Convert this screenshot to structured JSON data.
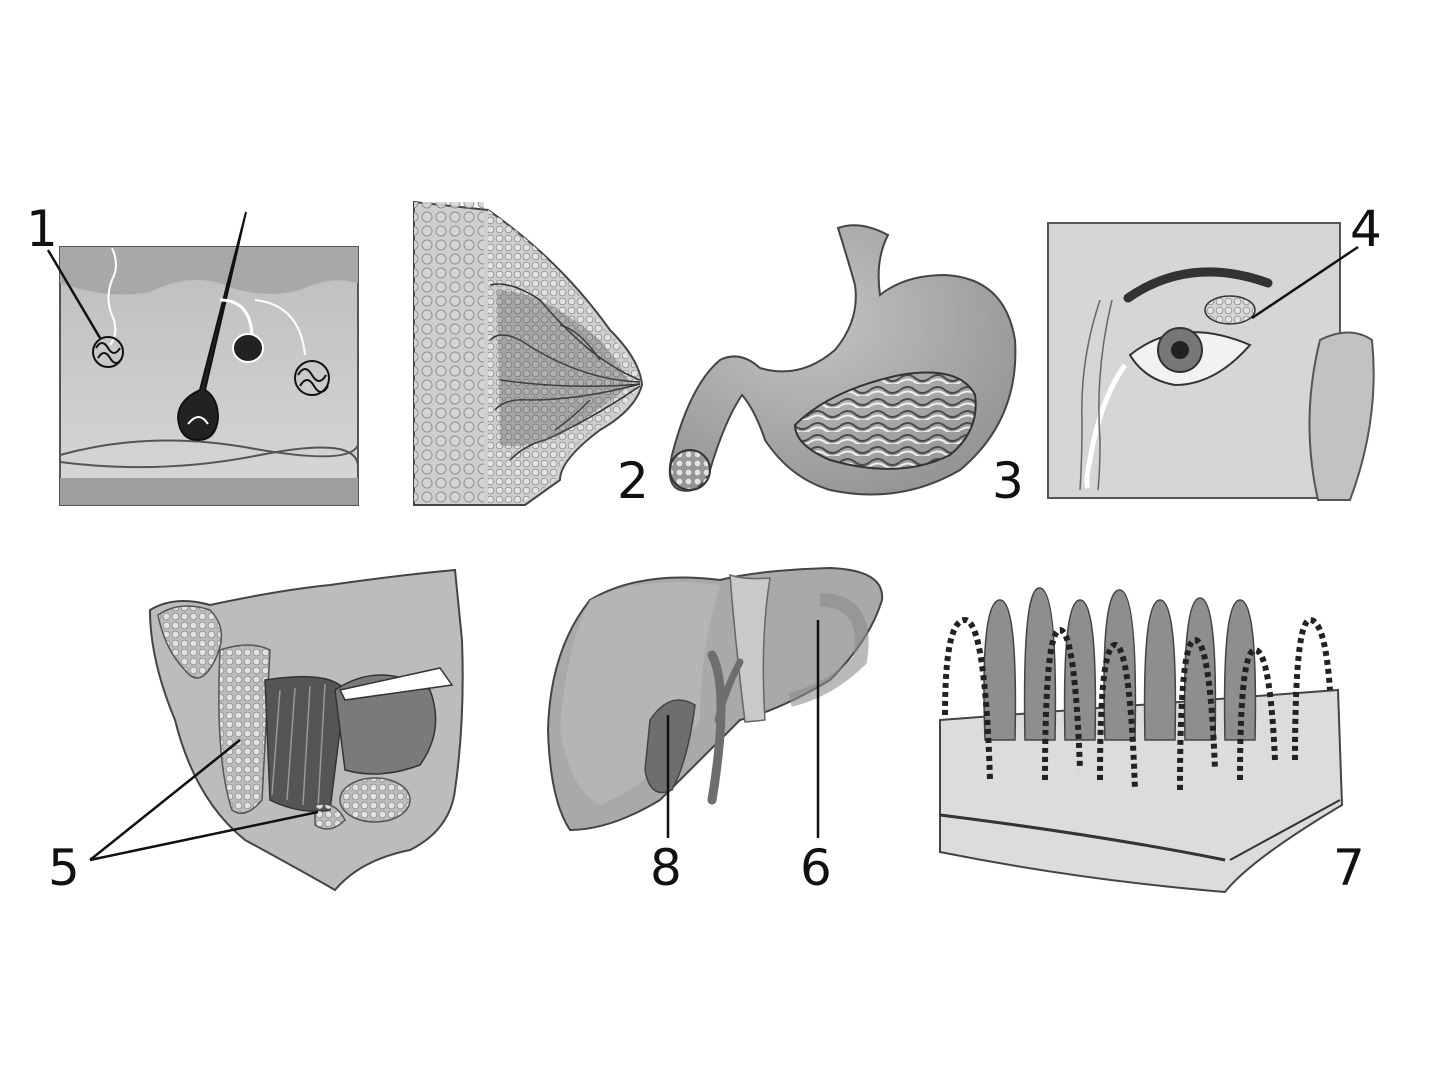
{
  "labels": {
    "l1": "1",
    "l2": "2",
    "l3": "3",
    "l4": "4",
    "l5": "5",
    "l6": "6",
    "l7": "7",
    "l8": "8"
  },
  "panels": [
    "skin-sweat-sebaceous-gland-illustration",
    "breast-mammary-gland-illustration",
    "stomach-illustration",
    "eye-lacrimal-gland-illustration",
    "head-salivary-glands-illustration",
    "liver-gallbladder-illustration",
    "intestinal-villi-illustration"
  ]
}
